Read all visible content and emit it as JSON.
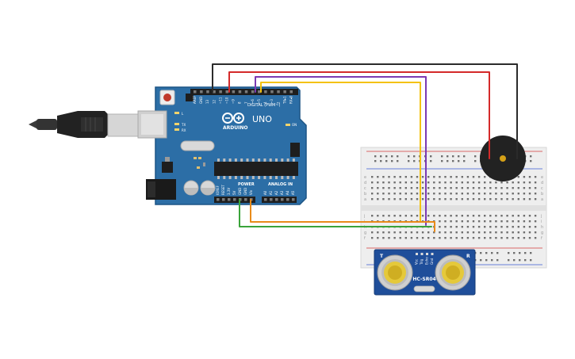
{
  "board": {
    "brand": "ARDUINO",
    "model": "UNO",
    "digital_header": "DIGITAL (PWM~)",
    "power_header": "POWER",
    "analog_header": "ANALOG IN",
    "on_label": "ON",
    "tx_label": "TX",
    "rx_label": "RX",
    "l_label": "L",
    "top_pins": [
      "AREF",
      "GND",
      "13",
      "12",
      "~11",
      "~10",
      "~9",
      "8",
      "7",
      "~6",
      "~5",
      "4",
      "~3",
      "2",
      "TX▸1",
      "RX◂0"
    ],
    "power_pins": [
      "IOREF",
      "RESET",
      "3.3V",
      "5V",
      "GND",
      "GND",
      "Vin"
    ],
    "analog_pins": [
      "A0",
      "A1",
      "A2",
      "A3",
      "A4",
      "A5"
    ]
  },
  "sensor": {
    "model": "HC-SR04",
    "left_mark": "T",
    "right_mark": "R",
    "pins": [
      "Vcc",
      "Trig",
      "Echo",
      "Gnd"
    ]
  },
  "breadboard": {
    "row_letters": [
      "a",
      "b",
      "c",
      "d",
      "e",
      "f",
      "g",
      "h",
      "i",
      "j"
    ]
  },
  "colors": {
    "board": "#2c6ea6",
    "board_dark": "#1d5585",
    "wire_black": "#2b2b2b",
    "wire_red": "#d42a2a",
    "wire_purple": "#7b3ab2",
    "wire_yellow": "#f4c20d",
    "wire_green": "#3aa43a",
    "wire_orange": "#e98b1a",
    "breadboard": "#eeeeee",
    "rail_red": "#d23b3b",
    "rail_blue": "#3b5bd2",
    "sensor": "#1f4e9a",
    "buzzer": "#222222"
  }
}
